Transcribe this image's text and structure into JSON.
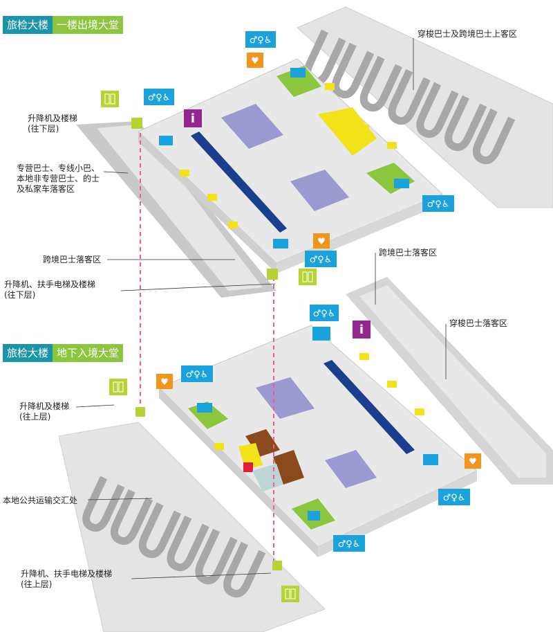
{
  "upper_title": {
    "building": "旅检大楼",
    "hall": "一楼出境大堂"
  },
  "lower_title": {
    "building": "旅检大楼",
    "hall": "地下入境大堂"
  },
  "labels": {
    "shuttle_pickup_upper": "穿梭巴士及跨境巴士上客区",
    "lift_down_1": "升降机及楼梯\n(往下层)",
    "dropoff_private": "专营巴士、专线小巴、\n本地非专营巴士、的士\n及私家车落客区",
    "cross_border_dropoff_upper": "跨境巴士落客区",
    "lift_escalator_down": "升降机、扶手电梯及楼梯\n(往下层)",
    "cross_border_dropoff_lower": "跨境巴士落客区",
    "shuttle_dropoff_lower": "穿梭巴士落客区",
    "lift_up_1": "升降机及楼梯\n(往上层)",
    "public_transport_interchange": "本地公共运输交汇处",
    "lift_escalator_up": "升降机、扶手电梯及楼梯\n(往上层)"
  },
  "icons": {
    "info": "i",
    "toilet": "toilet-icon",
    "wheelchair": "wheelchair-icon",
    "baby_care": "baby-care-icon",
    "lift": "lift-icon"
  },
  "colors": {
    "teal": "#1a94a8",
    "green": "#8cc63f",
    "blue_icon": "#1ba1dc",
    "orange_icon": "#f0961e",
    "purple_info": "#93278f",
    "lime_lift": "#b5d334",
    "counter_blue": "#1b3f8f",
    "yellow": "#f2e21a",
    "lavender": "#9a9ad0",
    "brown": "#8b4a1e",
    "floor_grey": "#dcdcdc",
    "road_grey": "#bdbdbd",
    "dash_pink": "#ee5d8d"
  }
}
